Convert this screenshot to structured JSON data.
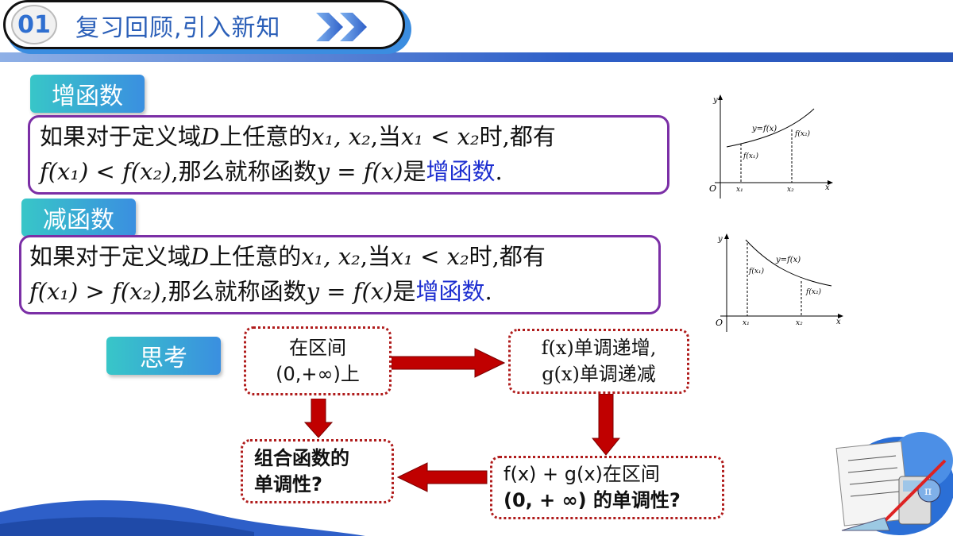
{
  "header": {
    "number": "01",
    "title": "复习回顾,引入新知"
  },
  "increasing": {
    "tag": "增函数",
    "line1_a": "如果对于定义域",
    "line1_D": "D",
    "line1_b": "上任意的",
    "line1_x1": "x₁, x₂",
    "line1_c": ",当",
    "line1_cond": "x₁ < x₂",
    "line1_d": "时,都有",
    "line2_ineq": "f(x₁) < f(x₂)",
    "line2_a": ",那么就称函数",
    "line2_func": "y = f(x)",
    "line2_b": "是",
    "line2_term": "增函数",
    "line2_end": "."
  },
  "decreasing": {
    "tag": "减函数",
    "line1_a": "如果对于定义域",
    "line1_D": "D",
    "line1_b": "上任意的",
    "line1_x1": "x₁, x₂",
    "line1_c": ",当",
    "line1_cond": "x₁ < x₂",
    "line1_d": "时,都有",
    "line2_ineq": "f(x₁) > f(x₂)",
    "line2_a": ",那么就称函数",
    "line2_func": "y = f(x)",
    "line2_b": "是",
    "line2_term": "增函数",
    "line2_end": "."
  },
  "graph_inc": {
    "y_axis": "y",
    "x_axis": "x",
    "origin": "O",
    "curve": "y=f(x)",
    "p1": "f(x₁)",
    "p2": "f(x₂)",
    "x1": "x₁",
    "x2": "x₂"
  },
  "graph_dec": {
    "y_axis": "y",
    "x_axis": "x",
    "origin": "O",
    "curve": "y=f(x)",
    "p1": "f(x₁)",
    "p2": "f(x₂)",
    "x1": "x₁",
    "x2": "x₂"
  },
  "think": {
    "tag": "思考",
    "box1_l1": "在区间",
    "box1_l2": "(0,+∞)上",
    "box2_l1": "f(x)单调递增,",
    "box2_l2": "g(x)单调递减",
    "box3_l1": "组合函数的",
    "box3_l2": "单调性?",
    "box4_l1": "f(x) + g(x)在区间",
    "box4_l2": "(0, + ∞) 的单调性?"
  },
  "colors": {
    "accent_blue": "#2e5fc8",
    "border_purple": "#7b2fa6",
    "arrow_red": "#c00000",
    "highlight_blue": "#1e2fd0"
  }
}
